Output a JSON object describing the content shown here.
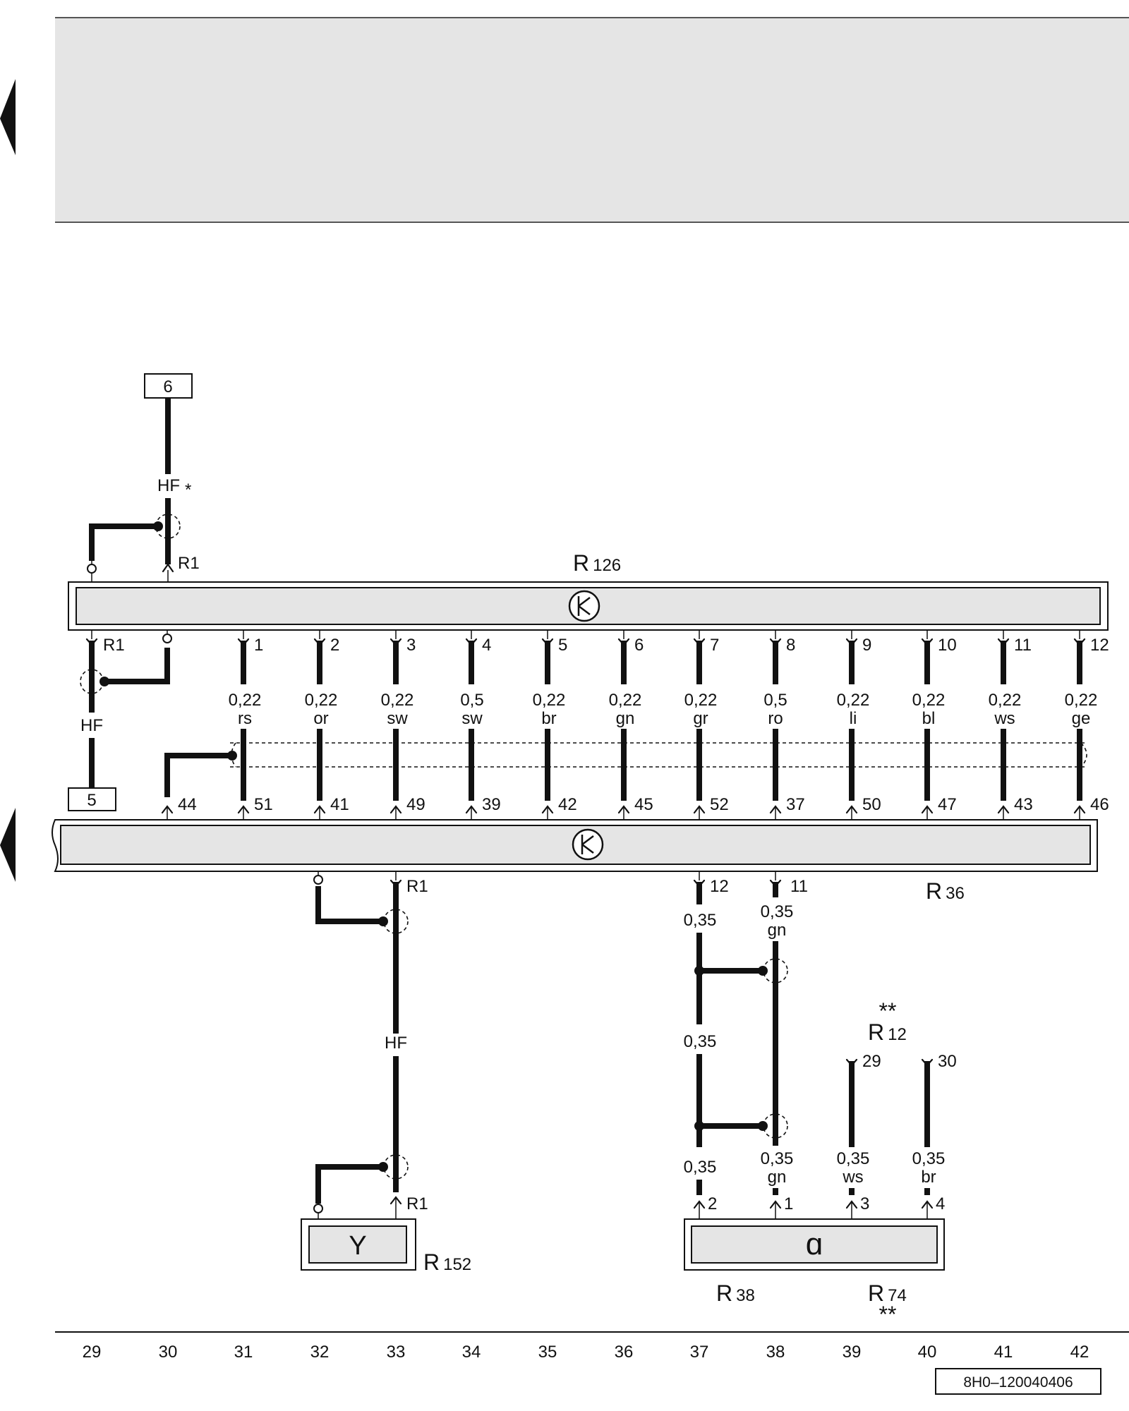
{
  "components": {
    "r126": {
      "letter": "R",
      "number": "126"
    },
    "r36": {
      "letter": "R",
      "number": "36"
    },
    "r152": {
      "letter": "R",
      "number": "152"
    },
    "r38": {
      "letter": "R",
      "number": "38"
    },
    "r74": {
      "letter": "R",
      "number": "74",
      "note": "**"
    },
    "r12": {
      "letter": "R",
      "number": "12",
      "note": "**"
    }
  },
  "refs": {
    "top": "6",
    "bottom": "5"
  },
  "hf_labels": {
    "top": "HF",
    "top_star": "*",
    "left": "HF",
    "antenna": "HF"
  },
  "r1_labels": {
    "top": "R1",
    "left": "R1",
    "r36_down": "R1",
    "r152": "R1"
  },
  "r126_wires": [
    {
      "pin": "1",
      "gauge": "0,22",
      "color": "rs",
      "r36_pin": "51"
    },
    {
      "pin": "2",
      "gauge": "0,22",
      "color": "or",
      "r36_pin": "41"
    },
    {
      "pin": "3",
      "gauge": "0,22",
      "color": "sw",
      "r36_pin": "49"
    },
    {
      "pin": "4",
      "gauge": "0,5",
      "color": "sw",
      "r36_pin": "39"
    },
    {
      "pin": "5",
      "gauge": "0,22",
      "color": "br",
      "r36_pin": "42"
    },
    {
      "pin": "6",
      "gauge": "0,22",
      "color": "gn",
      "r36_pin": "45"
    },
    {
      "pin": "7",
      "gauge": "0,22",
      "color": "gr",
      "r36_pin": "52"
    },
    {
      "pin": "8",
      "gauge": "0,5",
      "color": "ro",
      "r36_pin": "37"
    },
    {
      "pin": "9",
      "gauge": "0,22",
      "color": "li",
      "r36_pin": "50"
    },
    {
      "pin": "10",
      "gauge": "0,22",
      "color": "bl",
      "r36_pin": "47"
    },
    {
      "pin": "11",
      "gauge": "0,22",
      "color": "ws",
      "r36_pin": "43"
    },
    {
      "pin": "12",
      "gauge": "0,22",
      "color": "ge",
      "r36_pin": "46"
    }
  ],
  "r36_extra_pin": "44",
  "r36_down_pins": {
    "p12": "12",
    "p11": "11"
  },
  "r38_wires": {
    "g12_top": "0,35",
    "g11_top": "0,35",
    "c11_top": "gn",
    "g12_mid": "0,35",
    "g12_bot": "0,35",
    "g11_bot": "0,35",
    "c11_bot": "gn",
    "r12_p29": {
      "pin": "29",
      "gauge": "0,35",
      "color": "ws"
    },
    "r12_p30": {
      "pin": "30",
      "gauge": "0,35",
      "color": "br"
    },
    "pins": [
      "2",
      "1",
      "3",
      "4"
    ]
  },
  "r152_symbol": "Y",
  "r38_symbol": "ɑ",
  "grid": [
    "29",
    "30",
    "31",
    "32",
    "33",
    "34",
    "35",
    "36",
    "37",
    "38",
    "39",
    "40",
    "41",
    "42"
  ],
  "doc_code": "8H0–120040406"
}
